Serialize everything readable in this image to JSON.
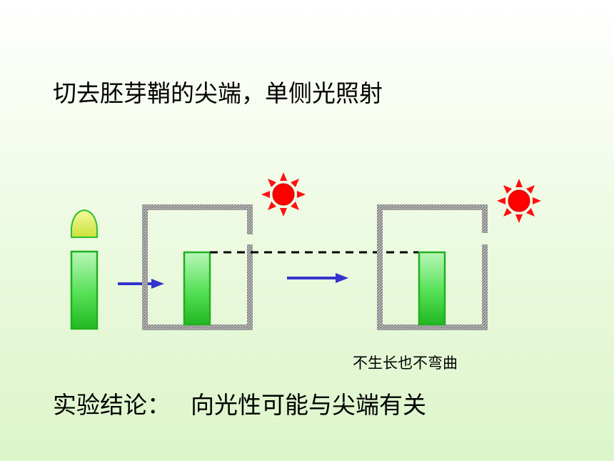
{
  "title": "切去胚芽鞘的尖端，单侧光照射",
  "caption": "不生长也不弯曲",
  "conclusion": {
    "label": "实验结论：",
    "text": "向光性可能与尖端有关"
  },
  "colors": {
    "seedling_green": "#3ddc3d",
    "tip_yellow": "#e4ee5a",
    "arrow_blue": "#3333cc",
    "sun_red": "#ff0000",
    "box_gray": "#8c8c8c"
  }
}
